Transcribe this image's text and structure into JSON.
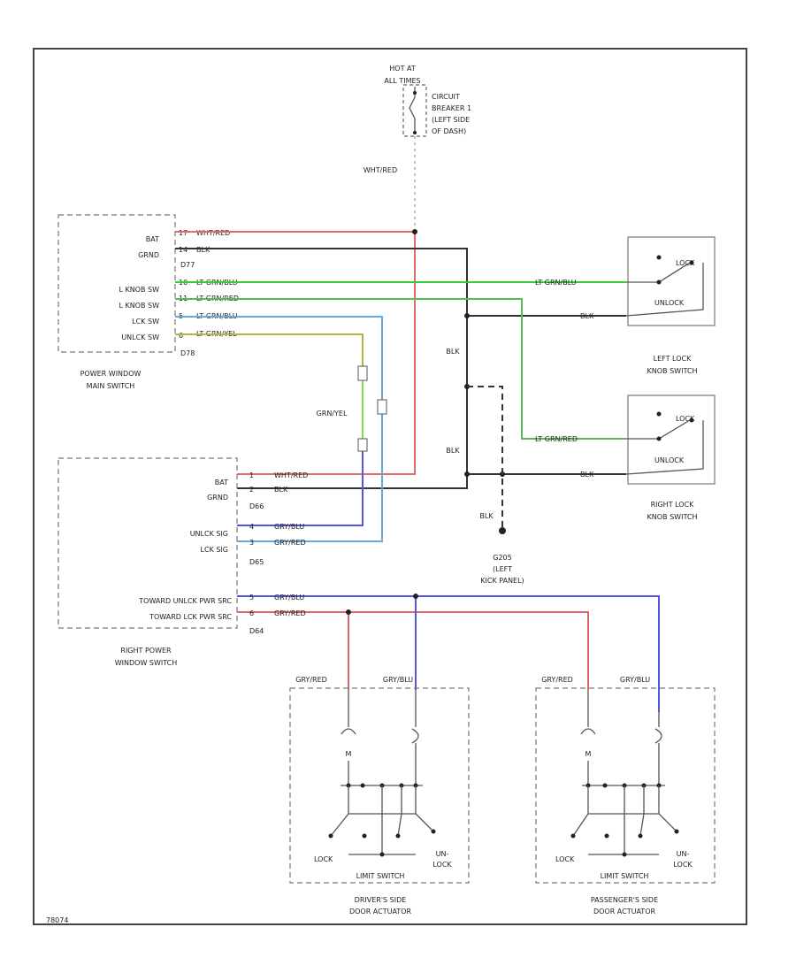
{
  "colors": {
    "wht_red": "#e06b6b",
    "blk": "#333333",
    "lt_grn_blu": "#33cc33",
    "lt_grn_red": "#55bb55",
    "lt_grn_blu_lock": "#66aadd",
    "lt_grn_yel": "#b5b53a",
    "gry_blu": "#5555dd",
    "gry_red": "#dd6666",
    "grn_yel": "#88dd44",
    "gry": "#aaaaaa"
  },
  "fuse": {
    "hot_label_1": "HOT AT",
    "hot_label_2": "ALL TIMES",
    "breaker_1": "CIRCUIT",
    "breaker_2": "BREAKER 1",
    "breaker_3": "(LEFT SIDE",
    "breaker_4": "OF DASH)",
    "wire_label": "WHT/RED"
  },
  "main_switch": {
    "title_1": "POWER WINDOW",
    "title_2": "MAIN SWITCH",
    "pins": [
      "BAT",
      "GRND",
      "L KNOB SW",
      "L KNOB SW",
      "LCK SW",
      "UNLCK SW"
    ],
    "wires": [
      "WHT/RED",
      "BLK",
      "LT GRN/BLU",
      "LT GRN/RED",
      "LT GRN/BLU",
      "LT GRN/YEL"
    ],
    "pin_numbers": [
      "17",
      "14",
      "10",
      "11",
      "5",
      "6"
    ],
    "connectors": [
      "D77",
      "D78"
    ]
  },
  "left_knob": {
    "wire_a": "LT GRN/BLU",
    "wire_b": "BLK",
    "lock": "LOCK",
    "unlock": "UNLOCK",
    "title_1": "LEFT LOCK",
    "title_2": "KNOB SWITCH"
  },
  "right_knob": {
    "wire_a": "LT GRN/RED",
    "wire_b": "BLK",
    "lock": "LOCK",
    "unlock": "UNLOCK",
    "title_1": "RIGHT LOCK",
    "title_2": "KNOB SWITCH"
  },
  "mid_labels": {
    "grn_yel": "GRN/YEL",
    "blk_1": "BLK",
    "blk_2": "BLK",
    "blk_3": "BLK",
    "ground_1": "G205",
    "ground_2": "(LEFT",
    "ground_3": "KICK PANEL)"
  },
  "right_switch": {
    "title_1": "RIGHT POWER",
    "title_2": "WINDOW SWITCH",
    "pins": [
      "BAT",
      "GRND",
      "UNLCK SIG",
      "LCK SIG",
      "TOWARD UNLCK PWR SRC",
      "TOWARD LCK PWR SRC"
    ],
    "wires": [
      "WHT/RED",
      "BLK",
      "GRY/BLU",
      "GRY/RED",
      "GRY/BLU",
      "GRY/RED"
    ],
    "pin_numbers": [
      "1",
      "2",
      "4",
      "3",
      "5",
      "6"
    ],
    "connectors": [
      "D66",
      "D65",
      "D64"
    ]
  },
  "drivers_actuator": {
    "wire_left": "GRY/RED",
    "wire_right": "GRY/BLU",
    "motor": "M",
    "lock": "LOCK",
    "unlock_1": "UN-",
    "unlock_2": "LOCK",
    "limit": "LIMIT SWITCH",
    "title_1": "DRIVER'S SIDE",
    "title_2": "DOOR ACTUATOR"
  },
  "passenger_actuator": {
    "wire_left": "GRY/RED",
    "wire_right": "GRY/BLU",
    "motor": "M",
    "lock": "LOCK",
    "unlock_1": "UN-",
    "unlock_2": "LOCK",
    "limit": "LIMIT SWITCH",
    "title_1": "PASSENGER'S SIDE",
    "title_2": "DOOR ACTUATOR"
  },
  "footer": {
    "code": "78074"
  }
}
